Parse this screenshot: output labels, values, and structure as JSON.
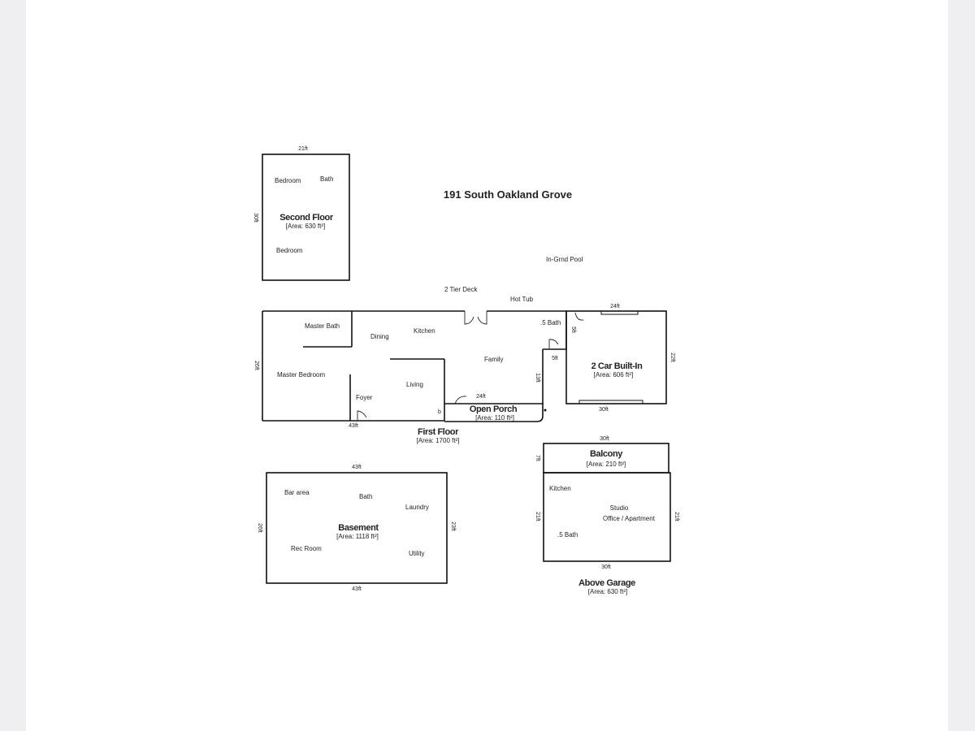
{
  "title": "191 South Oakland Grove",
  "outdoor": {
    "pool": "In-Grnd Pool",
    "deck": "2 Tier Deck",
    "hot_tub": "Hot Tub"
  },
  "second_floor": {
    "name": "Second Floor",
    "area": "[Area: 630 ft²]",
    "dim_top": "21ft",
    "dim_left": "30ft",
    "rooms": {
      "bedroom_1": "Bedroom",
      "bath": "Bath",
      "bedroom_2": "Bedroom"
    }
  },
  "first_floor": {
    "name": "First Floor",
    "area": "[Area: 1700 ft²]",
    "dim_left": "26ft",
    "dim_bottom": "43ft",
    "dim_family": "24ft",
    "dim_hall": "13ft",
    "dim_half_bath": "5ft",
    "dim_half_bath_2": "5ft",
    "mark_b": "b",
    "rooms": {
      "master_bath": "Master Bath",
      "dining": "Dining",
      "kitchen": "Kitchen",
      "half_bath": ".5 Bath",
      "family": "Family",
      "master_bedroom": "Master Bedroom",
      "living": "Living",
      "foyer": "Foyer"
    }
  },
  "open_porch": {
    "name": "Open Porch",
    "area": "[Area: 110 ft²]"
  },
  "garage": {
    "name": "2 Car Built-In",
    "area": "[Area: 606 ft²]",
    "dim_top": "24ft",
    "dim_right": "22ft",
    "dim_bottom": "30ft"
  },
  "basement": {
    "name": "Basement",
    "area": "[Area: 1118 ft²]",
    "dim_top": "43ft",
    "dim_bottom": "43ft",
    "dim_left": "26ft",
    "dim_right": "23ft",
    "rooms": {
      "bar_area": "Bar area",
      "bath": "Bath",
      "laundry": "Laundry",
      "rec_room": "Rec Room",
      "utility": "Utility"
    }
  },
  "balcony": {
    "name": "Balcony",
    "area": "[Area: 210 ft²]",
    "dim_top": "30ft",
    "dim_left": "7ft"
  },
  "above_garage": {
    "name": "Above Garage",
    "area": "[Area: 630 ft²]",
    "dim_left": "21ft",
    "dim_right": "21ft",
    "dim_bottom": "30ft",
    "rooms": {
      "kitchen": "Kitchen",
      "studio": "Studio",
      "office": "Office / Apartment",
      "half_bath": ".5 Bath"
    }
  }
}
